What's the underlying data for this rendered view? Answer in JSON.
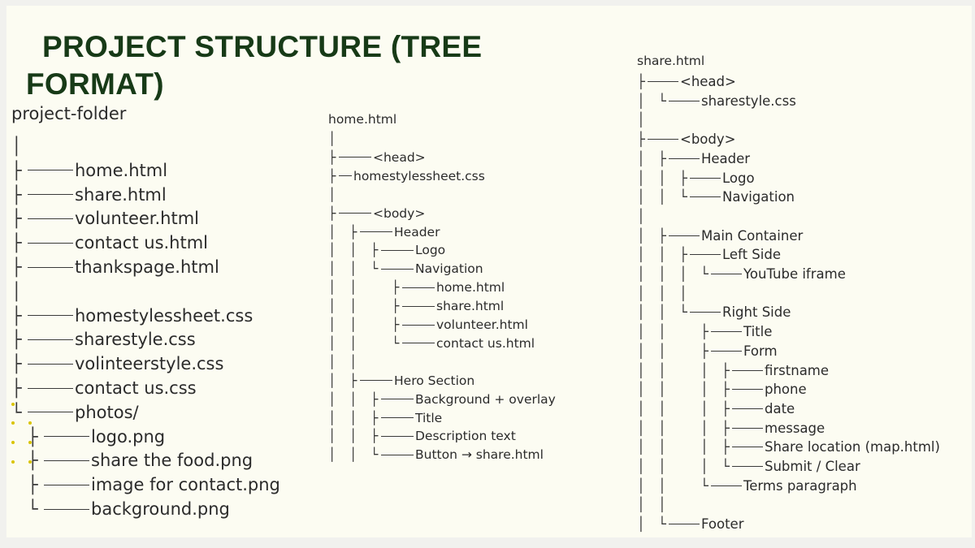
{
  "title": "PROJECT STRUCTURE (TREE FORMAT)",
  "trees": [
    {
      "root": "project-folder",
      "lines": [
        {
          "p": "│",
          "c": "",
          "t": ""
        },
        {
          "p": "├",
          "c": "long",
          "t": "home.html"
        },
        {
          "p": "├",
          "c": "long",
          "t": "share.html"
        },
        {
          "p": "├",
          "c": "long",
          "t": "volunteer.html"
        },
        {
          "p": "├",
          "c": "long",
          "t": "contact us.html"
        },
        {
          "p": "├",
          "c": "long",
          "t": "thankspage.html"
        },
        {
          "p": "│",
          "c": "",
          "t": ""
        },
        {
          "p": "├",
          "c": "long",
          "t": "homestylessheet.css"
        },
        {
          "p": "├",
          "c": "long",
          "t": "sharestyle.css"
        },
        {
          "p": "├",
          "c": "long",
          "t": "volinteerstyle.css"
        },
        {
          "p": "├",
          "c": "long",
          "t": "contact us.css"
        },
        {
          "p": "└",
          "c": "long",
          "t": "photos/"
        },
        {
          "p": "  ├",
          "c": "long",
          "t": "logo.png"
        },
        {
          "p": "  ├",
          "c": "long",
          "t": "share the food.png"
        },
        {
          "p": "  ├",
          "c": "long",
          "t": "image for contact.png"
        },
        {
          "p": "  └",
          "c": "long",
          "t": "background.png"
        }
      ]
    },
    {
      "root": "home.html",
      "lines": [
        {
          "p": "│",
          "c": "",
          "t": ""
        },
        {
          "p": "├",
          "c": "long",
          "t": "<head>"
        },
        {
          "p": "├",
          "c": "short",
          "t": "homestylessheet.css"
        },
        {
          "p": "│",
          "c": "",
          "t": ""
        },
        {
          "p": "├",
          "c": "long",
          "t": "<body>"
        },
        {
          "p": "│ ├",
          "c": "long",
          "t": "Header"
        },
        {
          "p": "│ │ ├",
          "c": "long",
          "t": "Logo"
        },
        {
          "p": "│ │ └",
          "c": "long",
          "t": "Navigation"
        },
        {
          "p": "│ │   ├",
          "c": "long",
          "t": "home.html"
        },
        {
          "p": "│ │   ├",
          "c": "long",
          "t": "share.html"
        },
        {
          "p": "│ │   ├",
          "c": "long",
          "t": "volunteer.html"
        },
        {
          "p": "│ │   └",
          "c": "long",
          "t": "contact us.html"
        },
        {
          "p": "│ │",
          "c": "",
          "t": ""
        },
        {
          "p": "│ ├",
          "c": "long",
          "t": "Hero Section"
        },
        {
          "p": "│ │ ├",
          "c": "long",
          "t": "Background + overlay"
        },
        {
          "p": "│ │ ├",
          "c": "long",
          "t": "Title"
        },
        {
          "p": "│ │ ├",
          "c": "long",
          "t": "Description text"
        },
        {
          "p": "│ │ └",
          "c": "long",
          "t": "Button → share.html"
        }
      ]
    },
    {
      "root": "share.html",
      "lines": [
        {
          "p": "├",
          "c": "long",
          "t": "<head>"
        },
        {
          "p": "│ └",
          "c": "long",
          "t": "sharestyle.css"
        },
        {
          "p": "│",
          "c": "",
          "t": ""
        },
        {
          "p": "├",
          "c": "long",
          "t": "<body>"
        },
        {
          "p": "│ ├",
          "c": "long",
          "t": "Header"
        },
        {
          "p": "│ │ ├",
          "c": "long",
          "t": "Logo"
        },
        {
          "p": "│ │ └",
          "c": "long",
          "t": "Navigation"
        },
        {
          "p": "│",
          "c": "",
          "t": ""
        },
        {
          "p": "│ ├",
          "c": "long",
          "t": "Main Container"
        },
        {
          "p": "│ │ ├",
          "c": "long",
          "t": "Left Side"
        },
        {
          "p": "│ │ │ └",
          "c": "long",
          "t": "YouTube iframe"
        },
        {
          "p": "│ │ │",
          "c": "",
          "t": ""
        },
        {
          "p": "│ │ └",
          "c": "long",
          "t": "Right Side"
        },
        {
          "p": "│ │   ├",
          "c": "long",
          "t": "Title"
        },
        {
          "p": "│ │   ├",
          "c": "long",
          "t": "Form"
        },
        {
          "p": "│ │   │ ├",
          "c": "long",
          "t": "firstname"
        },
        {
          "p": "│ │   │ ├",
          "c": "long",
          "t": "phone"
        },
        {
          "p": "│ │   │ ├",
          "c": "long",
          "t": "date"
        },
        {
          "p": "│ │   │ ├",
          "c": "long",
          "t": "message"
        },
        {
          "p": "│ │   │ ├",
          "c": "long",
          "t": "Share location (map.html)"
        },
        {
          "p": "│ │   │ └",
          "c": "long",
          "t": "Submit / Clear"
        },
        {
          "p": "│ │   └",
          "c": "long",
          "t": "Terms paragraph"
        },
        {
          "p": "│ │",
          "c": "",
          "t": ""
        },
        {
          "p": "│ └",
          "c": "long",
          "t": "Footer"
        }
      ]
    }
  ]
}
